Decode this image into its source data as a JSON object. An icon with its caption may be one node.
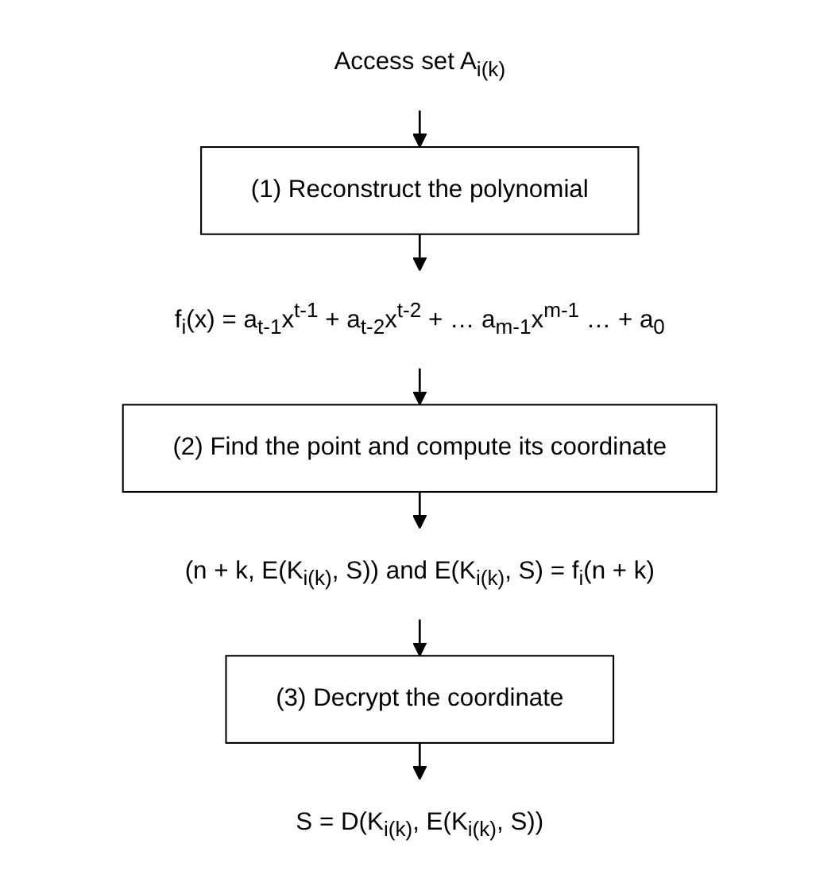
{
  "diagram": {
    "nodes": [
      {
        "text": [
          "Access set A$_{i(k)}$"
        ]
      },
      {
        "text": [
          "(1) Reconstruct  the polynomial"
        ]
      },
      {
        "text": [
          "f$_{i}$(x) = a$_{t-1}$x$^{t-1}$ + a$_{t-2}$x$^{t-2}$ + … a$_{m-1}$x$^{m-1}$ … + a$_{0}$"
        ]
      },
      {
        "text": [
          "(2) Find the point and compute its coordinate"
        ]
      },
      {
        "text": [
          "(n + k, E(K$_{i(k)}$, S)) and E(K$_{i(k)}$, S) = f$_{i}$(n + k)"
        ]
      },
      {
        "text": [
          "(3) Decrypt the coordinate"
        ]
      },
      {
        "text": [
          "S = D(K$_{i(k)}$, E(K$_{i(k)}$, S))"
        ]
      }
    ],
    "edges": [
      {
        "from": 0,
        "to": 1,
        "arrow": "to"
      },
      {
        "from": 1,
        "to": 2,
        "arrow": "to"
      },
      {
        "from": 2,
        "to": 3,
        "arrow": "to"
      },
      {
        "from": 3,
        "to": 4,
        "arrow": "to"
      },
      {
        "from": 4,
        "to": 5,
        "arrow": "to"
      },
      {
        "from": 5,
        "to": 6,
        "arrow": "to"
      }
    ]
  }
}
